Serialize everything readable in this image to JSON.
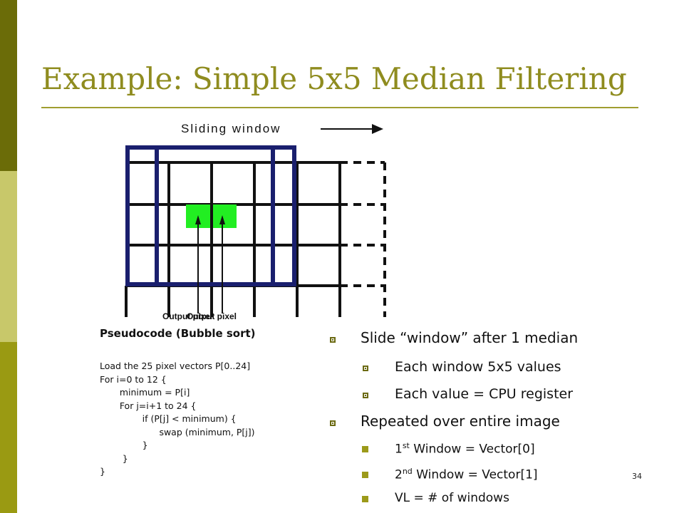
{
  "slide": {
    "title": "Example: Simple 5x5 Median Filtering",
    "page_number": "34",
    "colors": {
      "title": "#8f8c1f",
      "left_bar_dark": "#6b6c08",
      "left_bar_light": "#c8c86a",
      "left_bar_mid": "#9a9a12",
      "grid_frame": "#1a1f6e",
      "output_pixel": "#22ee22"
    }
  },
  "diagram": {
    "window_label": "Sliding window",
    "output_label_1": "Output pixel",
    "output_label_2": "Output pixel"
  },
  "pseudocode": {
    "heading": "Pseudocode (Bubble sort)",
    "lines": [
      "Load the 25 pixel vectors P[0..24]",
      "For i=0 to 12 {",
      "       minimum = P[i]",
      "       For j=i+1 to 24 {",
      "               if (P[j] < minimum) {",
      "                     swap (minimum, P[j])",
      "               }",
      "        }",
      "}"
    ]
  },
  "bullets": {
    "b1": "Slide “window” after 1 median",
    "b1a": "Each window 5x5 values",
    "b1b": "Each value = CPU register",
    "b2": "Repeated over entire image",
    "b2a_num": "1",
    "b2a_sup": "st",
    "b2a_rest": " Window = Vector[0]",
    "b2b_num": "2",
    "b2b_sup": "nd",
    "b2b_rest": " Window = Vector[1]",
    "b2c": "VL = # of windows"
  }
}
